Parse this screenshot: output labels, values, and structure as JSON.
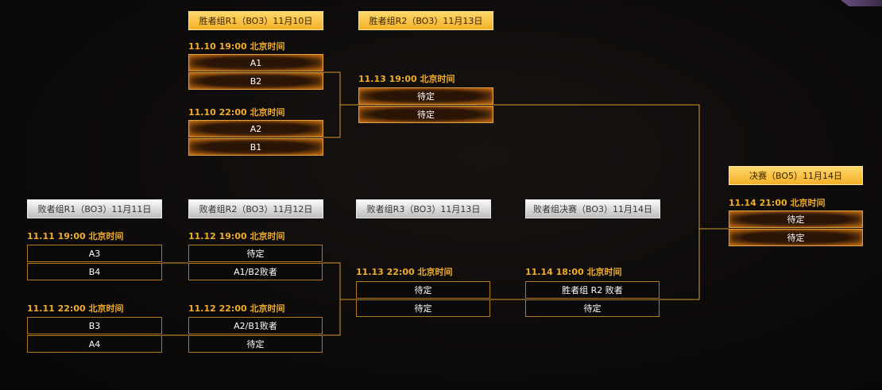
{
  "headers": {
    "w1": "胜者组R1（BO3）11月10日",
    "w2": "胜者组R2（BO3）11月13日",
    "final": "决赛（BO5）11月14日",
    "l1": "败者组R1（BO3）11月11日",
    "l2": "败者组R2（BO3）11月12日",
    "l3": "败者组R3（BO3）11月13日",
    "lf": "败者组决赛（BO3）11月14日"
  },
  "matches": {
    "w1a": {
      "time": "11.10 19:00 北京时间",
      "top": "A1",
      "bottom": "B2"
    },
    "w1b": {
      "time": "11.10 22:00 北京时间",
      "top": "A2",
      "bottom": "B1"
    },
    "w2": {
      "time": "11.13 19:00 北京时间",
      "top": "待定",
      "bottom": "待定"
    },
    "final": {
      "time": "11.14 21:00 北京时间",
      "top": "待定",
      "bottom": "待定"
    },
    "l1a": {
      "time": "11.11 19:00 北京时间",
      "top": "A3",
      "bottom": "B4"
    },
    "l1b": {
      "time": "11.11 22:00 北京时间",
      "top": "B3",
      "bottom": "A4"
    },
    "l2a": {
      "time": "11.12 19:00 北京时间",
      "top": "待定",
      "bottom": "A1/B2败者"
    },
    "l2b": {
      "time": "11.12 22:00 北京时间",
      "top": "A2/B1败者",
      "bottom": "待定"
    },
    "l3": {
      "time": "11.13 22:00 北京时间",
      "top": "待定",
      "bottom": "待定"
    },
    "lf": {
      "time": "11.14 18:00 北京时间",
      "top": "胜者组 R2 败者",
      "bottom": "待定"
    }
  },
  "colors": {
    "gold": "#f0ad2b",
    "line": "#d79a2c"
  }
}
